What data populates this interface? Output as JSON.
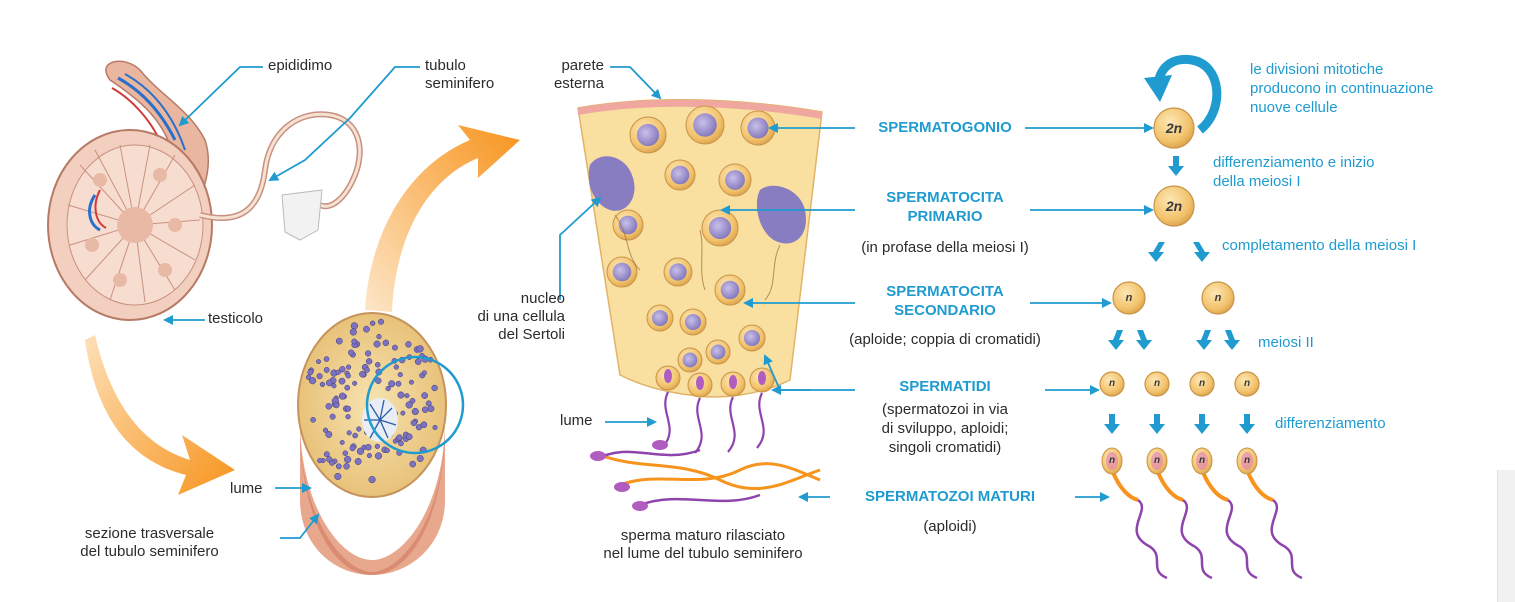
{
  "labels": {
    "epididimo": "epididimo",
    "tubulo": [
      "tubulo",
      "seminifero"
    ],
    "parete": [
      "parete",
      "esterna"
    ],
    "testicolo": "testicolo",
    "nucleo": [
      "nucleo",
      "di una cellula",
      "del Sertoli"
    ],
    "lume_sezione": "lume",
    "lume_tubulo": "lume",
    "sezione": [
      "sezione trasversale",
      "del tubulo seminifero"
    ],
    "sperma": [
      "sperma maturo rilasciato",
      "nel lume del tubulo seminifero"
    ]
  },
  "stages": {
    "spermatogonio": "SPERMATOGONIO",
    "spermatocita_primario": [
      "SPERMATOCITA",
      "PRIMARIO"
    ],
    "spermatocita_primario_note": "(in profase della meiosi I)",
    "spermatocita_secondario": [
      "SPERMATOCITA",
      "SECONDARIO"
    ],
    "spermatocita_secondario_note": "(aploide; coppia di cromatidi)",
    "spermatidi": "SPERMATIDI",
    "spermatidi_note": [
      "(spermatozoi in via",
      "di sviluppo, aploidi;",
      "singoli cromatidi)"
    ],
    "spermatozoi": "SPERMATOZOI MATURI",
    "spermatozoi_note": "(aploidi)"
  },
  "processes": {
    "mitosi": [
      "le divisioni mitotiche",
      "producono in continuazione",
      "nuove cellule"
    ],
    "differenziamento_meiosi": [
      "differenziamento e inizio",
      "della meiosi I"
    ],
    "completamento": "completamento della meiosi I",
    "meiosi2": "meiosi II",
    "differenziamento": "differenziamento"
  },
  "ploidy": {
    "diploid": "2n",
    "haploid": "n"
  },
  "colors": {
    "accent_blue": "#1f9bd0",
    "orange_arrow": "#f7941d",
    "cell_fill": "#f2c26b",
    "nucleus": "#8a7fc0",
    "tissue": "#f9dfa0",
    "tail": "#8e44ad"
  }
}
